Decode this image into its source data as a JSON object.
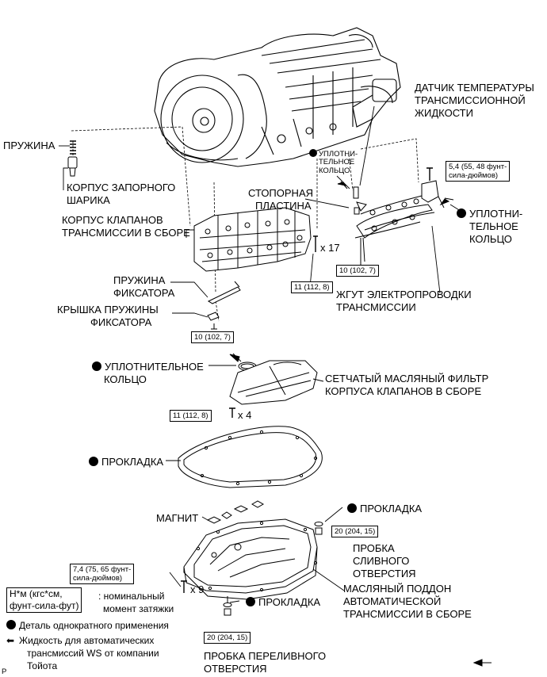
{
  "labels": {
    "spring": "ПРУЖИНА",
    "check_ball_body_1": "КОРПУС ЗАПОРНОГО",
    "check_ball_body_2": "ШАРИКА",
    "valve_body_1": "КОРПУС КЛАПАНОВ",
    "valve_body_2": "ТРАНСМИССИИ В СБОРЕ",
    "detent_spring_1": "ПРУЖИНА",
    "detent_spring_2": "ФИКСАТОРА",
    "detent_cover_1": "КРЫШКА ПРУЖИНЫ",
    "detent_cover_2": "ФИКСАТОРА",
    "temp_sensor_1": "ДАТЧИК ТЕМПЕРАТУРЫ",
    "temp_sensor_2": "ТРАНСМИССИОННОЙ",
    "temp_sensor_3": "ЖИДКОСТИ",
    "oring_small_1": "УПЛОТНИ-",
    "oring_small_2": "ТЕЛЬНОЕ",
    "oring_small_3": "КОЛЬЦО",
    "lock_plate_1": "СТОПОРНАЯ",
    "lock_plate_2": "ПЛАСТИНА",
    "oring_right_1": "УПЛОТНИ-",
    "oring_right_2": "ТЕЛЬНОЕ",
    "oring_right_3": "КОЛЬЦО",
    "wire_harness_1": "ЖГУТ ЭЛЕКТРОПРОВОДКИ",
    "wire_harness_2": "ТРАНСМИССИИ",
    "oring_filter_1": "УПЛОТНИТЕЛЬНОЕ",
    "oring_filter_2": "КОЛЬЦО",
    "strainer_1": "СЕТЧАТЫЙ МАСЛЯНЫЙ ФИЛЬТР",
    "strainer_2": "КОРПУСА КЛАПАНОВ В СБОРЕ",
    "gasket_1": "ПРОКЛАДКА",
    "magnet": "МАГНИТ",
    "gasket_drain": "ПРОКЛАДКА",
    "drain_plug_1": "ПРОБКА",
    "drain_plug_2": "СЛИВНОГО",
    "drain_plug_3": "ОТВЕРСТИЯ",
    "oil_pan_1": "МАСЛЯНЫЙ ПОДДОН",
    "oil_pan_2": "АВТОМАТИЧЕСКОЙ",
    "oil_pan_3": "ТРАНСМИССИИ В СБОРЕ",
    "gasket_overflow": "ПРОКЛАДКА",
    "overflow_plug_1": "ПРОБКА ПЕРЕЛИВНОГО",
    "overflow_plug_2": "ОТВЕРСТИЯ"
  },
  "torques": {
    "bracket_bolt_1": "5,4 (55, 48 фунт-",
    "bracket_bolt_2": "сила-дюймов)",
    "valve_body_bolts": "11 (112, 8)",
    "harness_bolt": "10 (102, 7)",
    "detent_bolt": "10 (102, 7)",
    "strainer_bolts": "11 (112, 8)",
    "drain_plug": "20 (204, 15)",
    "pan_bolts_1": "7,4 (75, 65 фунт-",
    "pan_bolts_2": "сила-дюймов)",
    "overflow_plug": "20 (204, 15)"
  },
  "quantities": {
    "valve_body_bolts": "x 17",
    "strainer_bolts": "x 4",
    "pan_bolts": "x 9"
  },
  "legend": {
    "unit_box_1": "Н*м (кгс*см,",
    "unit_box_2": "фунт-сила-фут)",
    "unit_desc_1": ": номинальный",
    "unit_desc_2": "момент затяжки",
    "non_reusable": "Деталь однократного применения",
    "fluid_1": "Жидкость для автоматических",
    "fluid_2": "трансмиссий WS от компании",
    "fluid_3": "Тойота"
  },
  "footer": {
    "code": "P"
  },
  "icons": {
    "non_reusable": "filled-circle-icon",
    "fluid": "arrow-left-icon"
  }
}
